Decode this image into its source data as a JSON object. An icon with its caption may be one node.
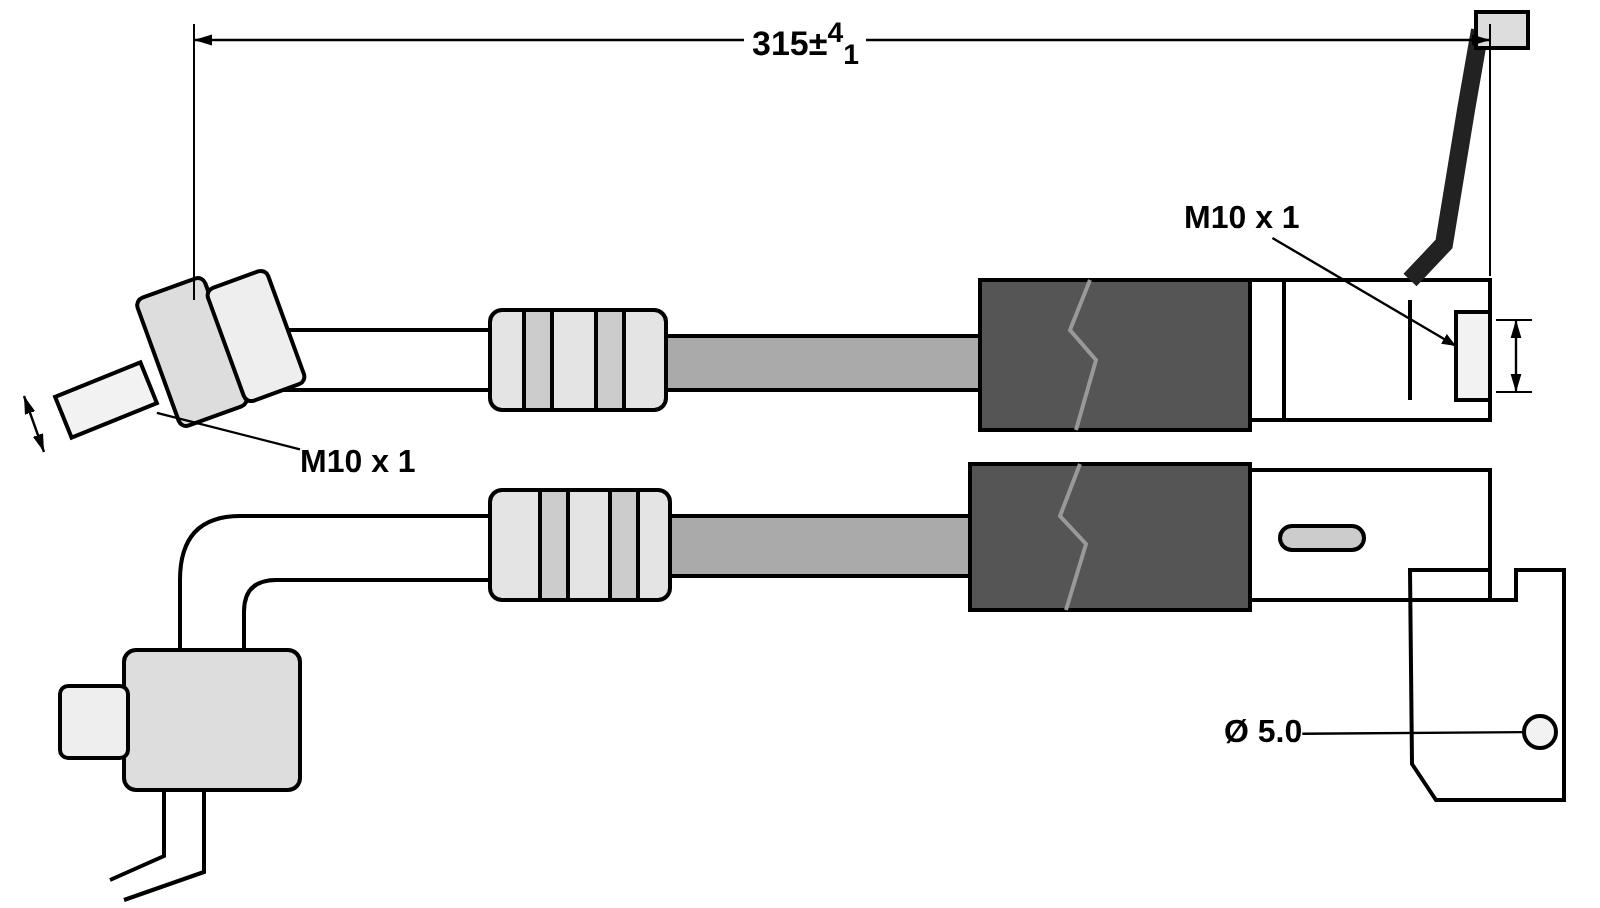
{
  "diagram": {
    "nodes": [
      {
        "text": [
          "M10 x 1"
        ]
      },
      {
        "text": [],
        "shape": "box"
      },
      {
        "text": [
          "M10 x 1"
        ]
      },
      {
        "text": [],
        "shape": "box"
      },
      {
        "text": [
          "Ø 5.0"
        ]
      },
      {
        "text": [],
        "shape": "circle"
      }
    ],
    "edges": [
      {
        "from": 0,
        "to": 3,
        "arrow": "to"
      },
      {
        "from": 2,
        "to": 1,
        "arrow": "none"
      },
      {
        "from": 4,
        "to": 5,
        "arrow": "none"
      }
    ],
    "labels": [
      "315±$^{4}$$_{1}$"
    ]
  }
}
